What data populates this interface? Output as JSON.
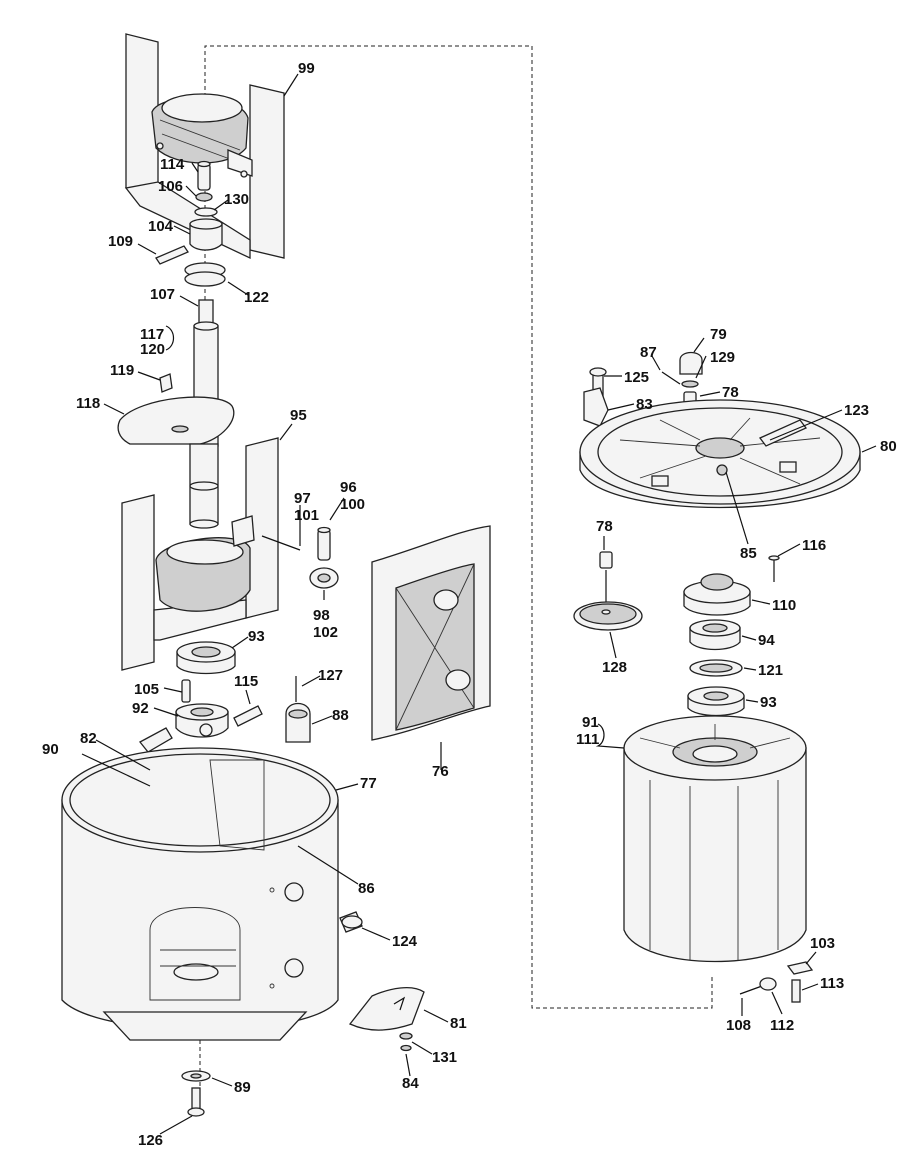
{
  "labels": [
    {
      "id": "99",
      "text": "99"
    },
    {
      "id": "114",
      "text": "114"
    },
    {
      "id": "106",
      "text": "106"
    },
    {
      "id": "130",
      "text": "130"
    },
    {
      "id": "104",
      "text": "104"
    },
    {
      "id": "109",
      "text": "109"
    },
    {
      "id": "122",
      "text": "122"
    },
    {
      "id": "107",
      "text": "107"
    },
    {
      "id": "117",
      "text": "117"
    },
    {
      "id": "120",
      "text": "120"
    },
    {
      "id": "119",
      "text": "119"
    },
    {
      "id": "118",
      "text": "118"
    },
    {
      "id": "95",
      "text": "95"
    },
    {
      "id": "97",
      "text": "97"
    },
    {
      "id": "101",
      "text": "101"
    },
    {
      "id": "96",
      "text": "96"
    },
    {
      "id": "100",
      "text": "100"
    },
    {
      "id": "98",
      "text": "98"
    },
    {
      "id": "102",
      "text": "102"
    },
    {
      "id": "93a",
      "text": "93"
    },
    {
      "id": "105",
      "text": "105"
    },
    {
      "id": "115",
      "text": "115"
    },
    {
      "id": "92",
      "text": "92"
    },
    {
      "id": "82",
      "text": "82"
    },
    {
      "id": "90",
      "text": "90"
    },
    {
      "id": "127",
      "text": "127"
    },
    {
      "id": "88",
      "text": "88"
    },
    {
      "id": "77",
      "text": "77"
    },
    {
      "id": "76",
      "text": "76"
    },
    {
      "id": "86",
      "text": "86"
    },
    {
      "id": "124",
      "text": "124"
    },
    {
      "id": "81",
      "text": "81"
    },
    {
      "id": "131",
      "text": "131"
    },
    {
      "id": "84",
      "text": "84"
    },
    {
      "id": "89",
      "text": "89"
    },
    {
      "id": "126",
      "text": "126"
    },
    {
      "id": "87",
      "text": "87"
    },
    {
      "id": "79",
      "text": "79"
    },
    {
      "id": "129",
      "text": "129"
    },
    {
      "id": "125",
      "text": "125"
    },
    {
      "id": "78a",
      "text": "78"
    },
    {
      "id": "83",
      "text": "83"
    },
    {
      "id": "123",
      "text": "123"
    },
    {
      "id": "80",
      "text": "80"
    },
    {
      "id": "78b",
      "text": "78"
    },
    {
      "id": "85",
      "text": "85"
    },
    {
      "id": "116",
      "text": "116"
    },
    {
      "id": "110",
      "text": "110"
    },
    {
      "id": "128",
      "text": "128"
    },
    {
      "id": "94",
      "text": "94"
    },
    {
      "id": "121",
      "text": "121"
    },
    {
      "id": "93b",
      "text": "93"
    },
    {
      "id": "91",
      "text": "91"
    },
    {
      "id": "111",
      "text": "111"
    },
    {
      "id": "103",
      "text": "103"
    },
    {
      "id": "113",
      "text": "113"
    },
    {
      "id": "108",
      "text": "108"
    },
    {
      "id": "112",
      "text": "112"
    }
  ]
}
